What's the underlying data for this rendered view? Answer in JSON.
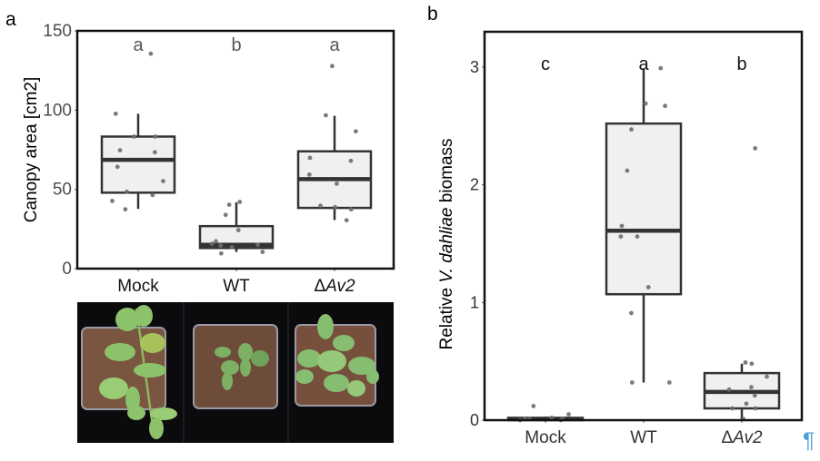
{
  "pilcrow": "¶",
  "colors": {
    "box_fill": "#f0f0f0",
    "box_stroke": "#333333",
    "point": "#6e6e6e",
    "pilcrow": "#4a9fd8",
    "tick_text": "#4d4d4d"
  },
  "photo": {
    "description_icon": "plant-photo"
  },
  "chart_data": [
    {
      "panel_label": "a",
      "type": "box",
      "ylabel": "Canopy area [cm2]",
      "ylim": [
        0,
        150
      ],
      "yticks": [
        "0",
        "50",
        "100",
        "150"
      ],
      "categories": [
        {
          "label": "Mock",
          "italic_part": "",
          "letter": "a",
          "box": {
            "whisker_low": 37.7,
            "q1": 47.9,
            "median": 68.6,
            "q3": 83.3,
            "whisker_high": 97.7
          },
          "points": [
            135.6,
            97.7,
            83.3,
            83.3,
            74.7,
            73.4,
            64.2,
            55.2,
            48.5,
            46.4,
            42.7,
            37.4
          ]
        },
        {
          "label": "WT",
          "italic_part": "",
          "letter": "b",
          "box": {
            "whisker_low": 10.5,
            "q1": 13.0,
            "median": 15.0,
            "q3": 26.8,
            "whisker_high": 41.8
          },
          "points": [
            42.1,
            40.3,
            33.9,
            24.3,
            17.2,
            15.7,
            15.0,
            14.5,
            13.6,
            10.5,
            9.6
          ]
        },
        {
          "label": "Δ",
          "italic_part": "Av2",
          "letter": "a",
          "box": {
            "whisker_low": 30.6,
            "q1": 38.3,
            "median": 56.5,
            "q3": 74.0,
            "whisker_high": 96.4
          },
          "points": [
            127.8,
            96.7,
            86.6,
            69.9,
            68.0,
            59.3,
            53.6,
            39.7,
            38.8,
            37.4,
            30.5
          ]
        }
      ]
    },
    {
      "panel_label": "b",
      "type": "box",
      "ylabel_pre": "Relative ",
      "ylabel_italic": "V. dahliae",
      "ylabel_post": " biomass",
      "ylim": [
        0,
        3.3
      ],
      "yticks": [
        "0",
        "1",
        "2",
        "3"
      ],
      "categories": [
        {
          "label": "Mock",
          "italic_part": "",
          "letter": "c",
          "box": {
            "whisker_low": 0.0,
            "q1": 0.0,
            "median": 0.01,
            "q3": 0.02,
            "whisker_high": 0.03
          },
          "points": [
            0.12,
            0.05,
            0.02,
            0.01,
            0.01,
            0.01,
            0.0,
            0.0,
            0.01
          ]
        },
        {
          "label": "WT",
          "italic_part": "",
          "letter": "a",
          "box": {
            "whisker_low": 0.32,
            "q1": 1.07,
            "median": 1.61,
            "q3": 2.52,
            "whisker_high": 2.99
          },
          "points": [
            2.99,
            2.69,
            2.67,
            2.47,
            2.12,
            1.65,
            1.56,
            1.56,
            1.13,
            0.91,
            0.32,
            0.32
          ]
        },
        {
          "label": "Δ",
          "italic_part": "Av2",
          "letter": "b",
          "box": {
            "whisker_low": 0.0,
            "q1": 0.1,
            "median": 0.24,
            "q3": 0.4,
            "whisker_high": 0.48
          },
          "points": [
            2.31,
            0.49,
            0.48,
            0.37,
            0.28,
            0.26,
            0.21,
            0.14,
            0.1,
            0.1,
            0.01
          ]
        }
      ]
    }
  ]
}
